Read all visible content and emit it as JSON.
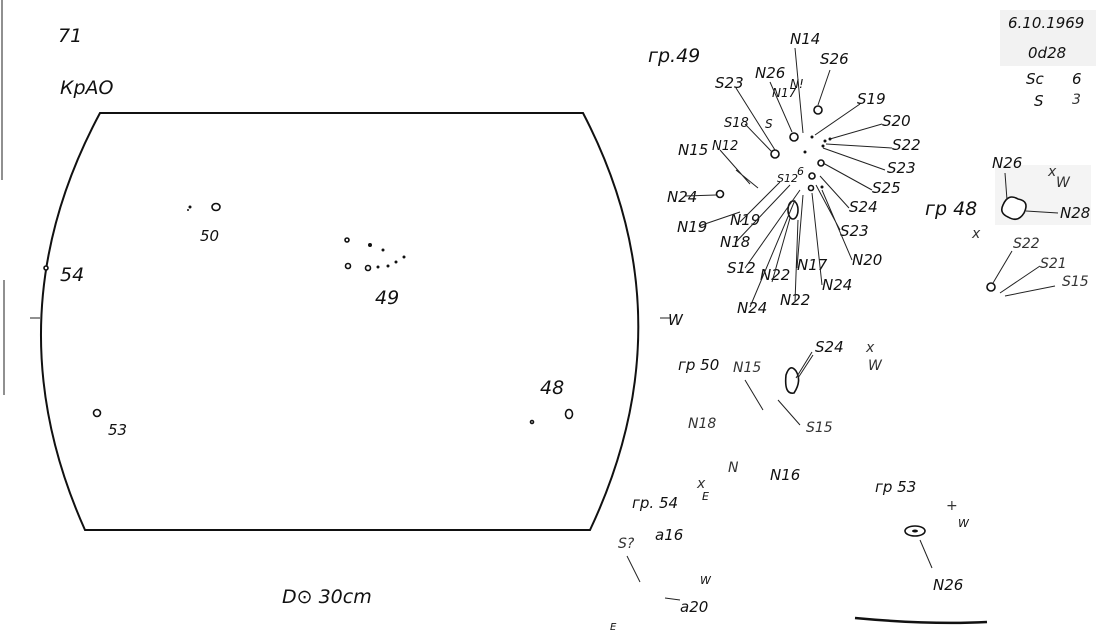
{
  "header": {
    "sheet_number": "71",
    "observatory": "КрАО"
  },
  "info_box": {
    "date": "6.10.1969",
    "time": "0d28",
    "sc_label": "Sc",
    "sc_value": "6",
    "s_label": "S",
    "s_value": "3"
  },
  "disk": {
    "west_label": "W",
    "groups": [
      "50",
      "54",
      "49",
      "48",
      "53"
    ],
    "footer": "D⊙ 30cm"
  },
  "group49": {
    "title": "гр.49",
    "labels": [
      "N14",
      "S26",
      "S23",
      "N26",
      "N17",
      "N!",
      "S19",
      "S20",
      "S22",
      "S23",
      "S25",
      "S24",
      "S23",
      "N20",
      "N24",
      "N17",
      "N22",
      "N22",
      "N24",
      "S12",
      "N18",
      "N19",
      "N19",
      "N24",
      "N15",
      "N12",
      "S18",
      "S",
      "S12",
      "6"
    ]
  },
  "group48": {
    "title": "гр 48",
    "labels": [
      "N26",
      "N28",
      "S22",
      "S21",
      "S15"
    ],
    "west": "W"
  },
  "group50": {
    "title": "гр 50",
    "labels": [
      "N15",
      "S24",
      "S15",
      "N18",
      "N",
      "N16"
    ],
    "west": "W",
    "east": "E"
  },
  "group54": {
    "title": "гр. 54",
    "labels": [
      "a16",
      "S?",
      "W",
      "a20",
      "E"
    ]
  },
  "group53": {
    "title": "гр 53",
    "labels": [
      "N26"
    ],
    "west": "W"
  }
}
